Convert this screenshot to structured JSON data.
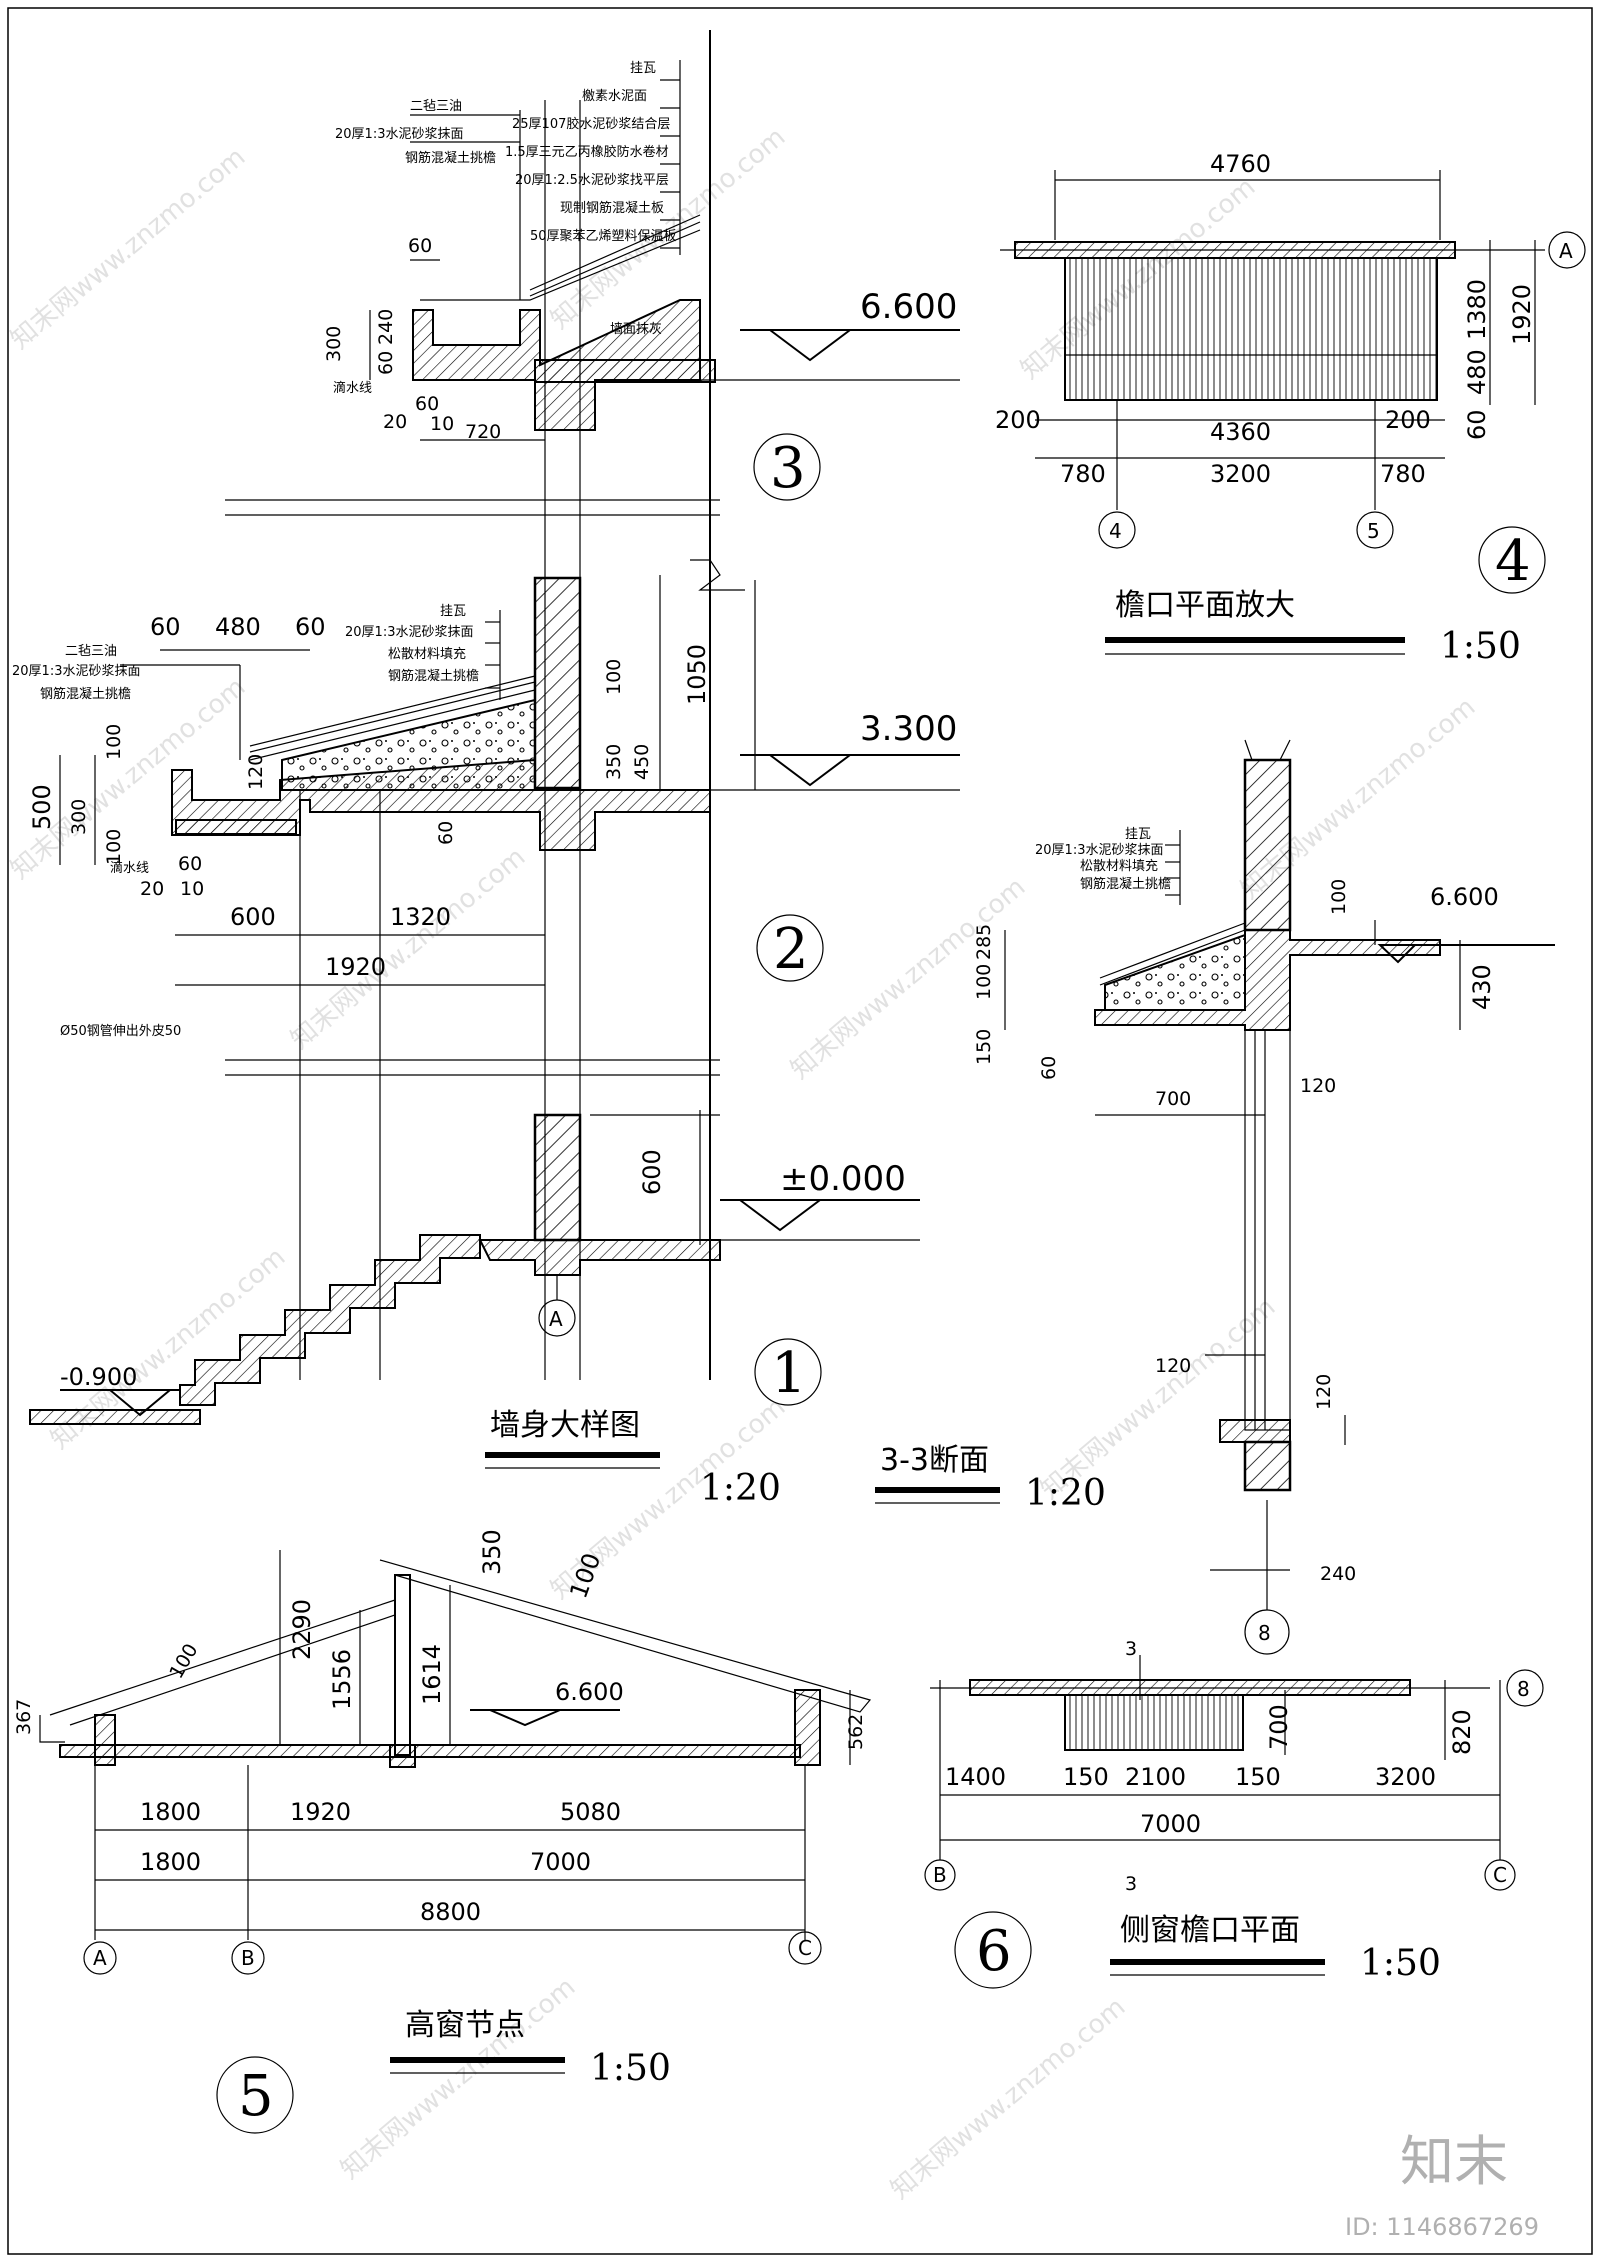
{
  "brand": {
    "logo_text": "知末",
    "id_label": "ID: 1146867269"
  },
  "detail_1": {
    "number": "1",
    "caption": "墙身大样图",
    "scale": "1:20",
    "elevations": {
      "top": "6.600",
      "middle": "3.300",
      "ground": "±0.000",
      "bottom": "-0.900"
    },
    "axis_label": "A",
    "upper_notes": [
      "挂瓦",
      "檄素水泥面",
      "25厚107胶水泥砂浆结合层",
      "1.5厚三元乙丙橡胶防水卷材",
      "20厚1:2.5水泥砂浆找平层",
      "现制钢筋混凝土板",
      "50厚聚苯乙烯塑料保温板"
    ],
    "upper_left_notes": [
      "二毡三油",
      "20厚1:3水泥砂浆抹面",
      "钢筋混凝土挑檐"
    ],
    "wall_note": "墙面抹灰",
    "drip_label": "滴水线",
    "lower_notes": [
      "挂瓦",
      "20厚1:3水泥砂浆抹面",
      "松散材料填充",
      "钢筋混凝土挑檐"
    ],
    "lower_left_notes": [
      "二毡三油",
      "20厚1:3水泥砂浆抹面",
      "钢筋混凝土挑檐"
    ],
    "drip_label_2": "滴水线",
    "pipe_note": "Ø50钢管伸出外皮50",
    "dims_upper": [
      "60",
      "300",
      "240",
      "60",
      "20",
      "60",
      "10",
      "720"
    ],
    "dims_lower": [
      "60",
      "480",
      "60",
      "100",
      "500",
      "300",
      "100",
      "120",
      "60",
      "20",
      "10",
      "600",
      "1320",
      "1920",
      "60",
      "100",
      "350",
      "450",
      "1050",
      "600"
    ]
  },
  "detail_3": {
    "number": "3"
  },
  "detail_2": {
    "number": "2"
  },
  "detail_4": {
    "number": "4",
    "caption": "檐口平面放大",
    "scale": "1:50",
    "axis_labels": [
      "A",
      "4",
      "5"
    ],
    "dims": [
      "4760",
      "1380",
      "1920",
      "480",
      "60",
      "200",
      "4360",
      "200",
      "780",
      "3200",
      "780"
    ]
  },
  "section_33": {
    "caption": "3-3断面",
    "scale": "1:20",
    "elevation": "6.600",
    "axis_label": "8",
    "notes": [
      "挂瓦",
      "20厚1:3水泥砂浆抹面",
      "松散材料填充",
      "钢筋混凝土挑檐"
    ],
    "dims": [
      "100",
      "285",
      "430",
      "100",
      "150",
      "60",
      "700",
      "120",
      "120",
      "120",
      "240"
    ]
  },
  "detail_5": {
    "number": "5",
    "caption": "高窗节点",
    "scale": "1:50",
    "elevation": "6.600",
    "axis_labels": [
      "A",
      "B",
      "C"
    ],
    "dims": [
      "367",
      "100",
      "2290",
      "1556",
      "1614",
      "350",
      "100",
      "562",
      "1800",
      "1920",
      "5080",
      "1800",
      "7000",
      "8800"
    ]
  },
  "detail_6": {
    "number": "6",
    "caption": "侧窗檐口平面",
    "scale": "1:50",
    "cut_mark": "3",
    "axis_labels": [
      "8",
      "B",
      "C"
    ],
    "dims": [
      "820",
      "700",
      "1400",
      "150",
      "2100",
      "150",
      "3200",
      "7000"
    ]
  },
  "watermark": "知末网www.znzmo.com"
}
